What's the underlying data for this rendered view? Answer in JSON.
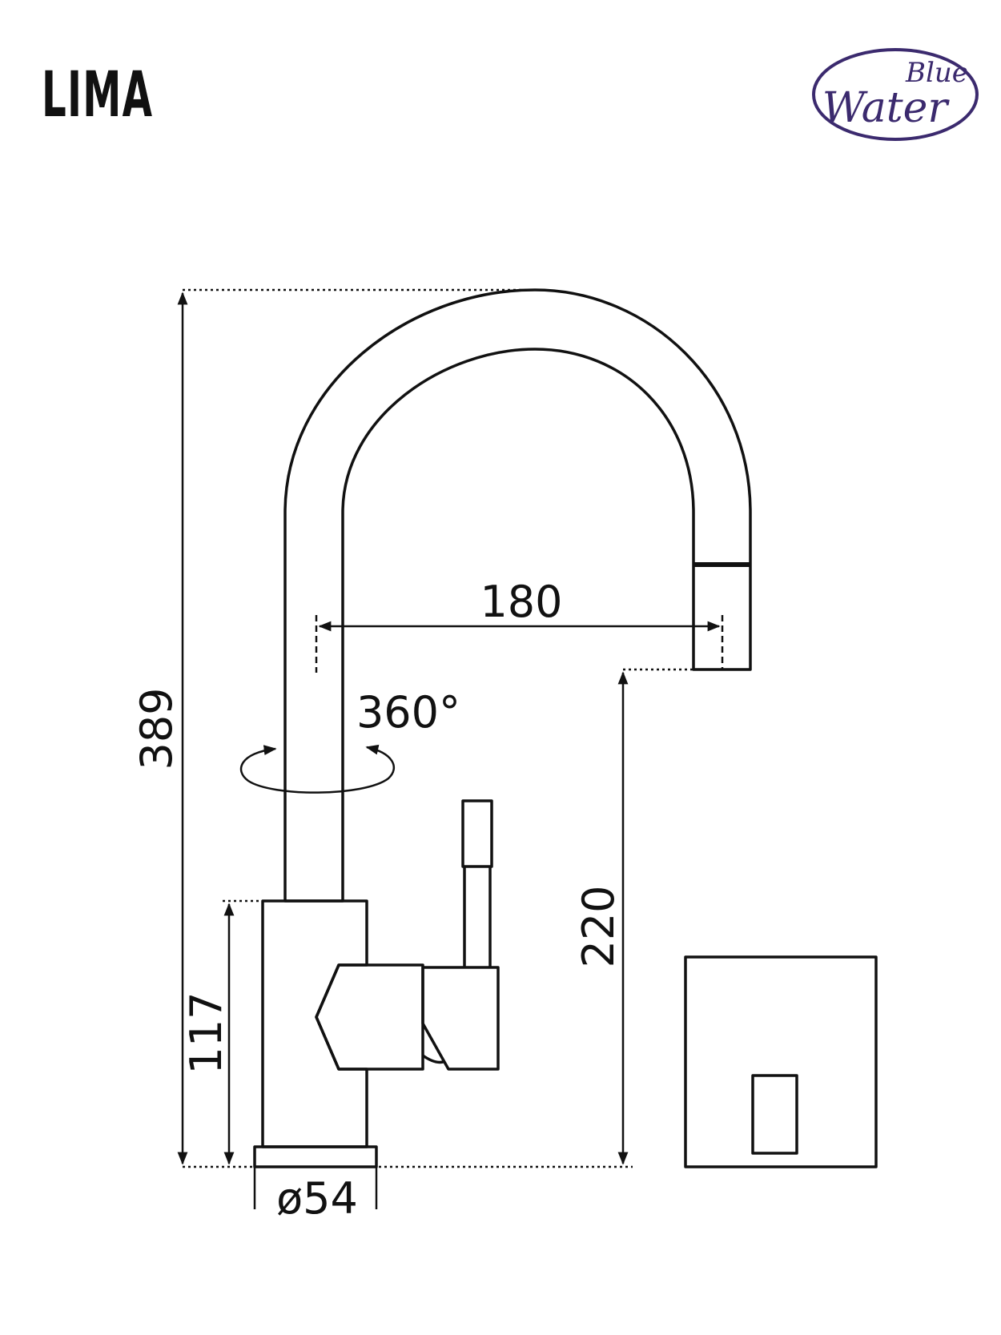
{
  "header": {
    "title": "LIMA",
    "logo": {
      "line1": "Blue",
      "line2": "Water",
      "color": "#3b2a6e"
    }
  },
  "dimensions": {
    "total_height": "389",
    "reach": "180",
    "spout_height": "220",
    "body_height": "117",
    "rotation": "360°",
    "base_diameter": "ø54"
  },
  "colors": {
    "line": "#111111",
    "logo": "#3b2a6e"
  }
}
